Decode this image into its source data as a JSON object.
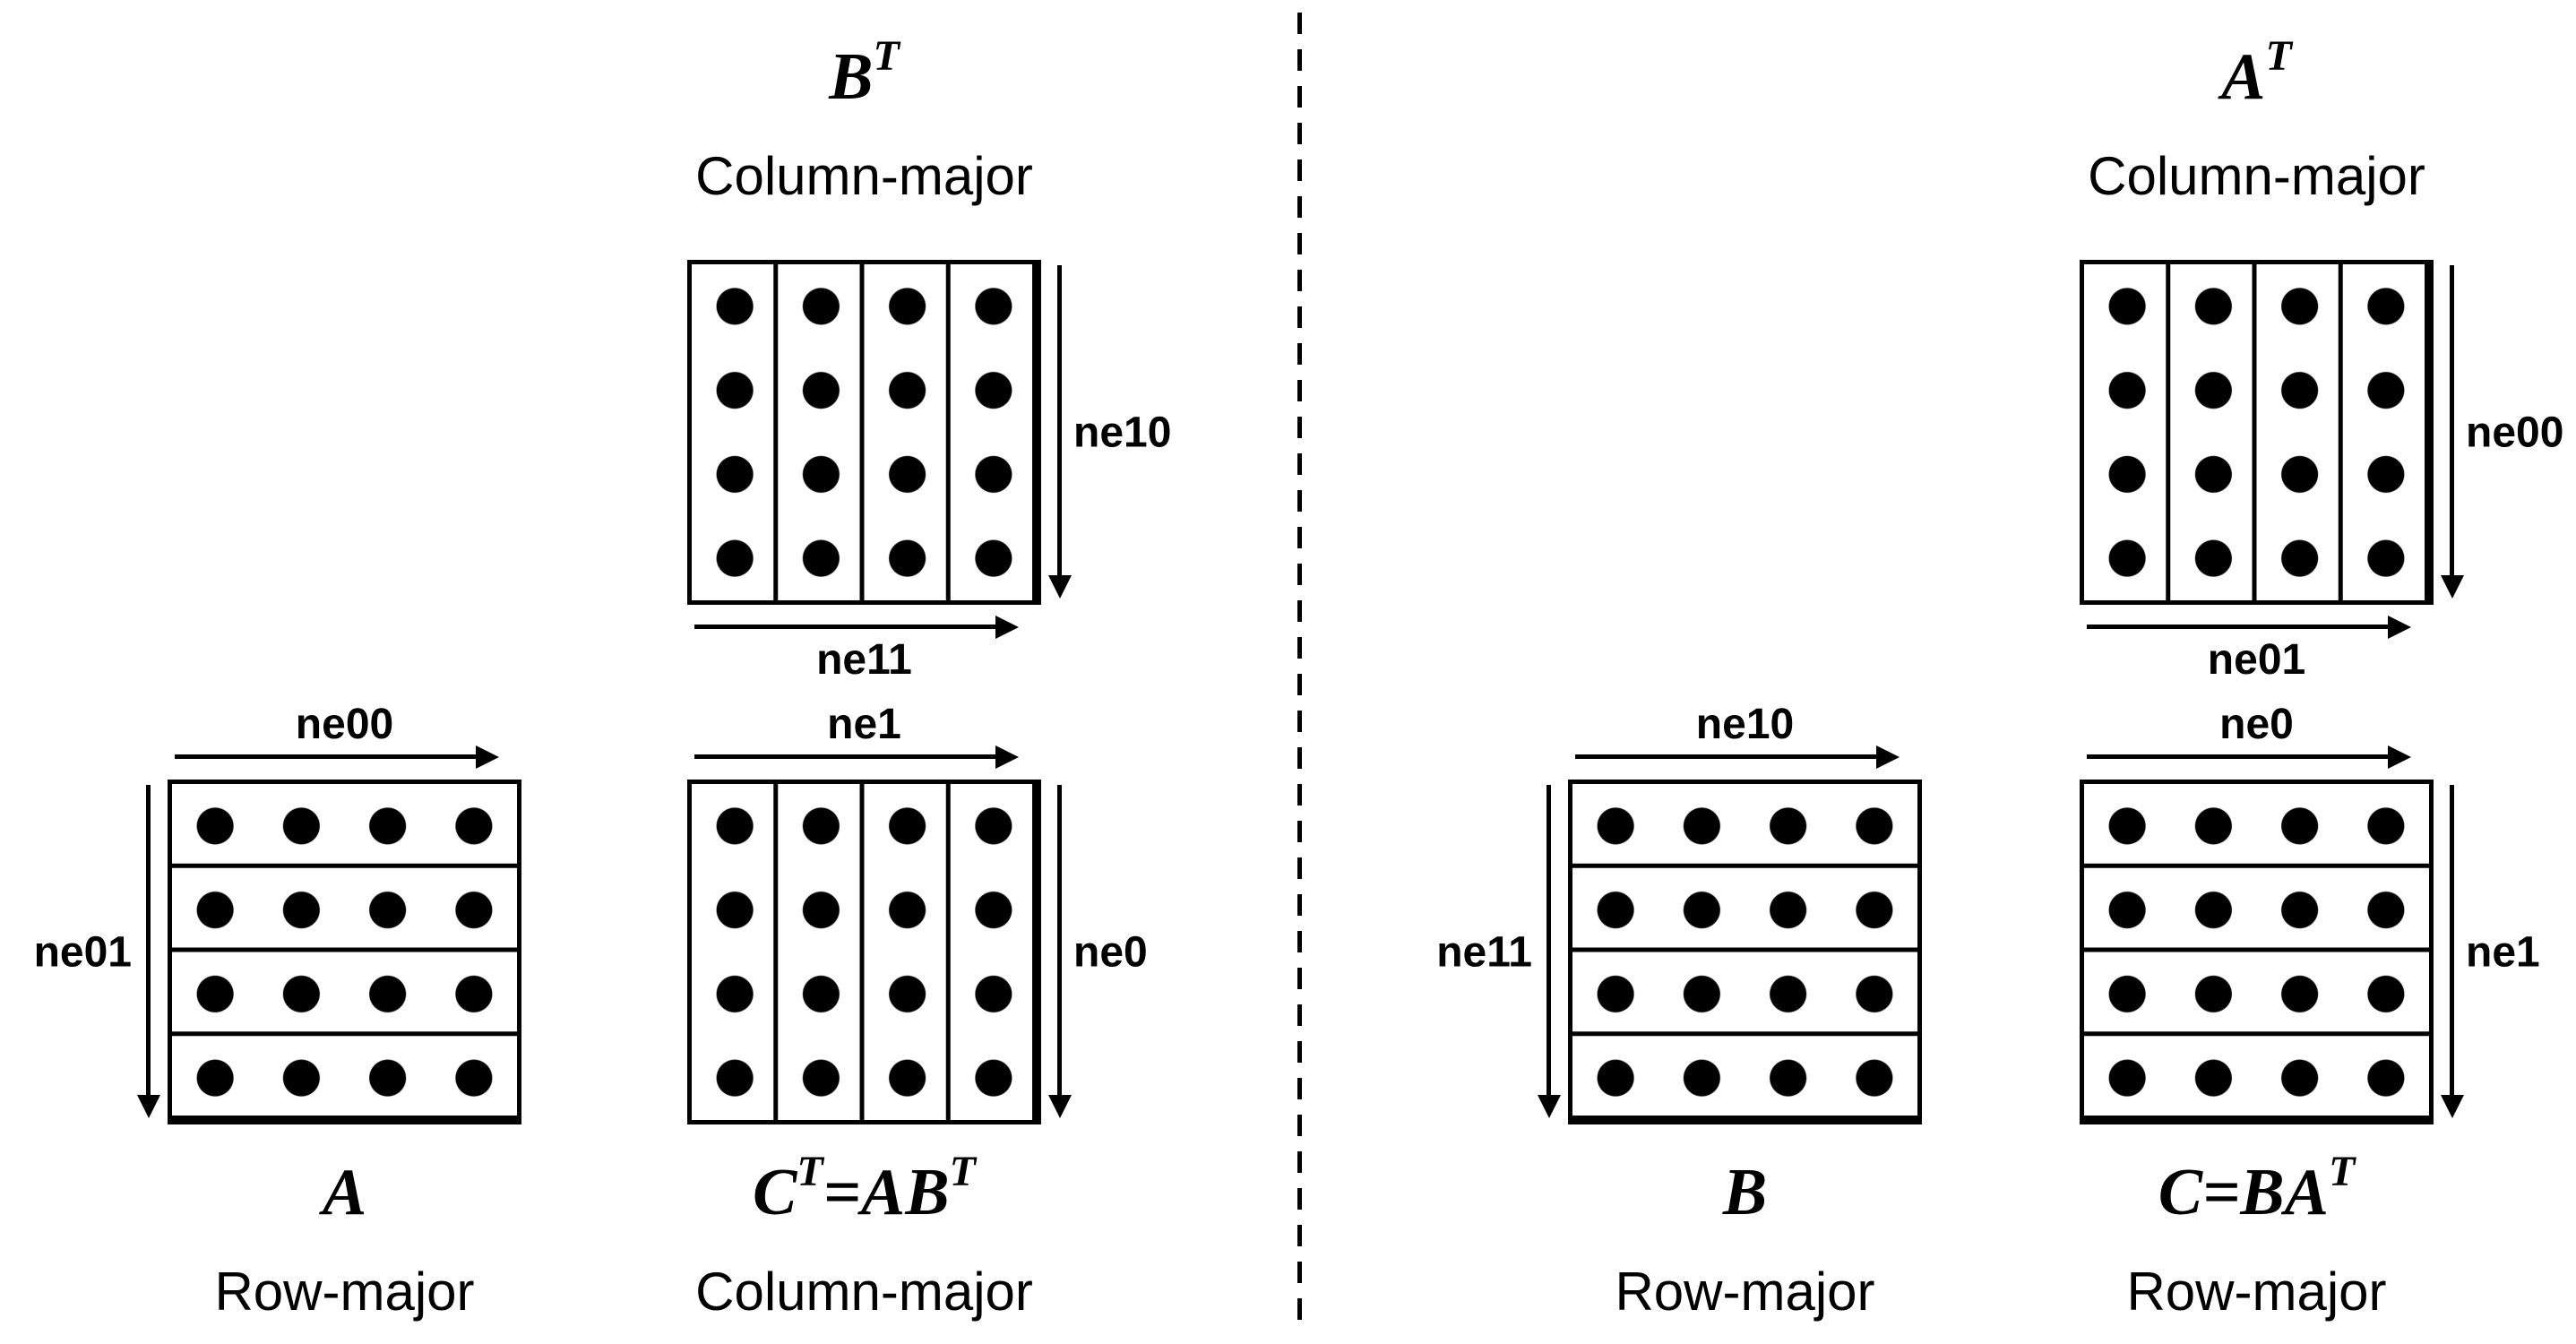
{
  "left_panel": {
    "top_matrix": {
      "name_parts": [
        {
          "t": "B"
        },
        {
          "t": "T",
          "sup": true
        }
      ],
      "name_plain": "B^T",
      "storage_label": "Column-major",
      "vertical_arrow_label": "ne10",
      "horizontal_arrow_label": "ne11",
      "grid": {
        "rows": 4,
        "cols": 4,
        "divider_orientation": "columns"
      }
    },
    "input_matrix": {
      "name_parts": [
        {
          "t": "A"
        }
      ],
      "name_plain": "A",
      "storage_label": "Row-major",
      "vertical_arrow_label": "ne01",
      "horizontal_arrow_label": "ne00",
      "grid": {
        "rows": 4,
        "cols": 4,
        "divider_orientation": "rows"
      }
    },
    "result_matrix": {
      "name_parts": [
        {
          "t": "C"
        },
        {
          "t": "T",
          "sup": true
        },
        {
          "t": "=AB"
        },
        {
          "t": "T",
          "sup": true
        }
      ],
      "name_plain": "C^T=AB^T",
      "storage_label": "Column-major",
      "vertical_arrow_label": "ne0",
      "horizontal_arrow_label": "ne1",
      "grid": {
        "rows": 4,
        "cols": 4,
        "divider_orientation": "columns"
      }
    }
  },
  "right_panel": {
    "top_matrix": {
      "name_parts": [
        {
          "t": "A"
        },
        {
          "t": "T",
          "sup": true
        }
      ],
      "name_plain": "A^T",
      "storage_label": "Column-major",
      "vertical_arrow_label": "ne00",
      "horizontal_arrow_label": "ne01",
      "grid": {
        "rows": 4,
        "cols": 4,
        "divider_orientation": "columns"
      }
    },
    "input_matrix": {
      "name_parts": [
        {
          "t": "B"
        }
      ],
      "name_plain": "B",
      "storage_label": "Row-major",
      "vertical_arrow_label": "ne11",
      "horizontal_arrow_label": "ne10",
      "grid": {
        "rows": 4,
        "cols": 4,
        "divider_orientation": "rows"
      }
    },
    "result_matrix": {
      "name_parts": [
        {
          "t": "C"
        },
        {
          "t": "=BA"
        },
        {
          "t": "T",
          "sup": true
        }
      ],
      "name_plain": "C=BA^T",
      "storage_label": "Row-major",
      "vertical_arrow_label": "ne1",
      "horizontal_arrow_label": "ne0",
      "grid": {
        "rows": 4,
        "cols": 4,
        "divider_orientation": "rows"
      }
    }
  },
  "colors": {
    "ink": "#000000",
    "background": "#ffffff"
  }
}
